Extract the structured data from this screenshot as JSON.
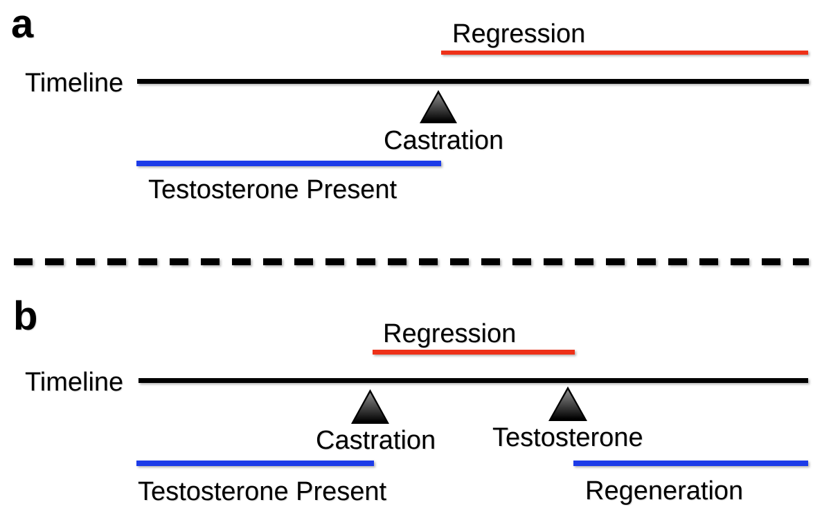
{
  "palette": {
    "red": "#EE3118",
    "blue": "#1C3BE8",
    "black": "#000000",
    "triangle_light": "#8A8A8A",
    "triangle_dark": "#000000"
  },
  "panel_a": {
    "panel_letter": "a",
    "timeline_label": "Timeline",
    "regression_label": "Regression",
    "castration_label": "Castration",
    "testosterone_present_label": "Testosterone Present"
  },
  "panel_b": {
    "panel_letter": "b",
    "timeline_label": "Timeline",
    "regression_label": "Regression",
    "castration_label": "Castration",
    "testosterone_label": "Testosterone",
    "testosterone_present_label": "Testosterone Present",
    "regeneration_label": "Regeneration"
  }
}
